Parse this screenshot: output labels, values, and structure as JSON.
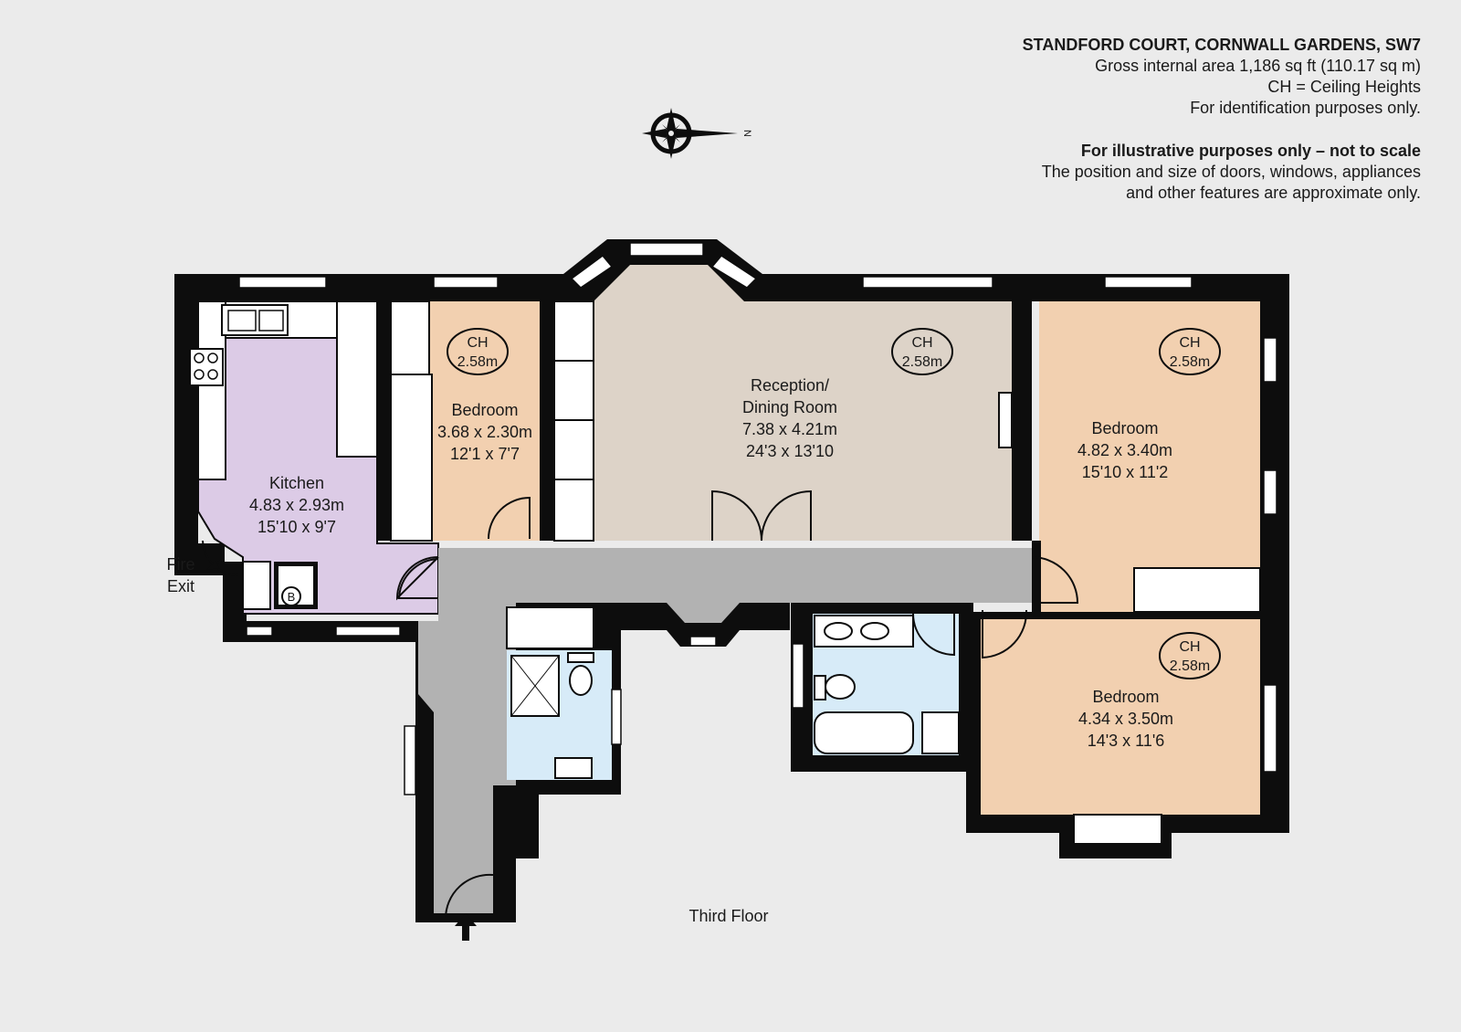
{
  "header": {
    "title": "STANDFORD COURT, CORNWALL GARDENS, SW7",
    "area": "Gross internal area 1,186 sq ft (110.17 sq m)",
    "ch_legend": "CH = Ceiling Heights",
    "identification": "For identification purposes only.",
    "illustrative": "For illustrative purposes only – not to scale",
    "disclaimer_1": "The position and size of doors, windows, appliances",
    "disclaimer_2": "and other features are approximate only."
  },
  "compass": {
    "label": "N",
    "icon": "compass-rose-icon"
  },
  "ch_label": "CH",
  "rooms": {
    "kitchen": {
      "name": "Kitchen",
      "metric": "4.83 x 2.93m",
      "imperial": "15'10 x 9'7"
    },
    "bedroom_small": {
      "name": "Bedroom",
      "metric": "3.68 x 2.30m",
      "imperial": "12'1 x 7'7",
      "ch": "2.58m"
    },
    "reception": {
      "name_1": "Reception/",
      "name_2": "Dining Room",
      "metric": "7.38 x 4.21m",
      "imperial": "24'3 x 13'10",
      "ch": "2.58m"
    },
    "bedroom_right_top": {
      "name": "Bedroom",
      "metric": "4.82 x 3.40m",
      "imperial": "15'10 x 11'2",
      "ch": "2.58m"
    },
    "bedroom_right_bottom": {
      "name": "Bedroom",
      "metric": "4.34 x 3.50m",
      "imperial": "14'3 x 11'6",
      "ch": "2.58m"
    }
  },
  "fire_exit": {
    "line_1": "Fire",
    "line_2": "Exit"
  },
  "boiler": "B",
  "floor_label": "Third Floor",
  "colors": {
    "kitchen": "#dccbe6",
    "bedroom": "#f2d0b0",
    "reception": "#ddd3c8",
    "hall": "#b2b2b2",
    "bathroom": "#d7ebf8",
    "wall": "#0d0d0d",
    "background": "#ebebeb"
  }
}
